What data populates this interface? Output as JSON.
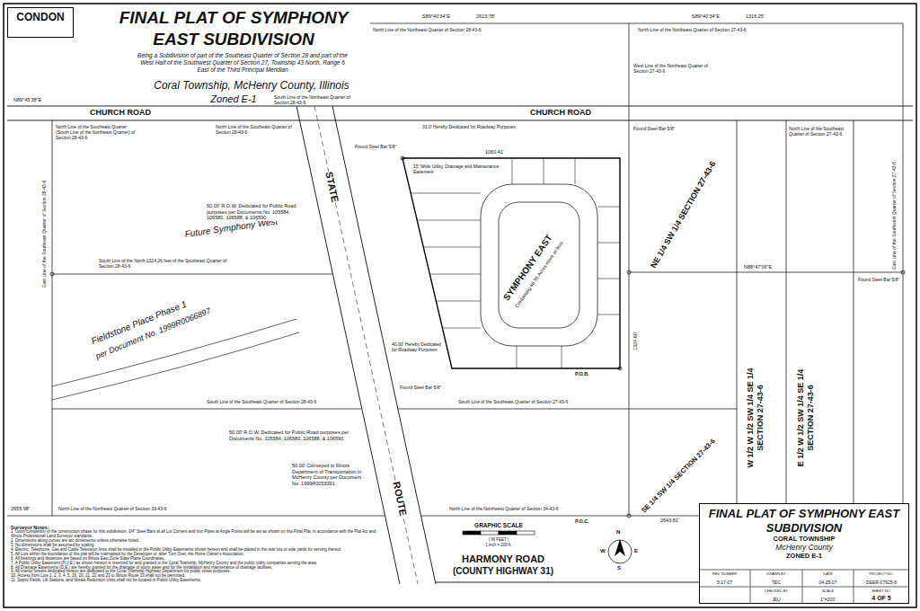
{
  "diagram": {
    "title": "FINAL PLAT OF SYMPHONY EAST SUBDIVISION",
    "nodes": [
      {
        "text": [
          "CONDON"
        ]
      },
      {
        "text": [
          "FINAL PLAT OF SYMPHONY EAST SUBDIVISION",
          "CORAL TOWNSHIP",
          "McHenry County",
          "ZONED E-1"
        ]
      }
    ],
    "labels": [
      "Being a Subdivision of part of the Southeast Quarter of Section 28 and part of the West Half of the Southwest Quarter of Section 27, Township 43 North, Range 6 East of the Third Principal Meridian",
      "Coral Township, McHenry County, Illinois",
      "Zoned E-1",
      "CHURCH ROAD",
      "CHURCH ROAD",
      "STATE",
      "ROUTE",
      "Future Symphony West",
      "Fieldstone Place Phase 1",
      "per Document No. 1999R0066897",
      "SYMPHONY EAST",
      "Containing 46.91 Acres more or less",
      "NE 1/4 SW 1/4 SECTION 27-43-6",
      "SE 1/4 SW 1/4 SECTION 27-43-6",
      "W 1/2 W 1/2 SW 1/4 SE 1/4 SECTION 27-43-6",
      "E 1/2 W 1/2 SW 1/4 SE 1/4 SECTION 27-43-6",
      "HARMONY ROAD",
      "(COUNTY HIGHWAY 31)",
      "60.00' R.O.W. Dedicated for Public Road purposes per Documents No. 105584, 106580, 106588, & 106590",
      "50.00' R.O.W. Dedicated for Public Road purposes per Documents No. 105584, 106580, 106588, & 106590",
      "50.00' Conveyed to Illinois Department of Transportation in McHenry County per Document No. 1999R0053391",
      "40.00' Hereby Dedicated for Roadway Purposes",
      "33.0' Hereby Dedicated for Roadway Purposes",
      "15' Wide Utility, Drainage and Maintenance Easement",
      "North Line of the Northeast Quarter of Section 28-43-6",
      "South Line of the Northeast Quarter of Section 28-43-6",
      "North Line of the Southeast Quarter of Section 28-43-6",
      "North Line of the Southeast Quarter (South Line of the Northeast Quarter) of Section 28-43-6",
      "South Line of the North 1324.26 feet of the Southeast Quarter of Section 28-43-6",
      "South Line of the Southeast Quarter of Section 28-43-6",
      "South Line of the Southeast Quarter of Section 27-43-6",
      "North Line of the Northeast Quarter of Section 33-43-6",
      "North Line of the Northwest Quarter of Section 34-43-6",
      "North Line of the Northeast Quarter of Section 27-43-6",
      "West Line of the Northeast Quarter of Section 27-43-6",
      "North Line of the Southeast Quarter of Section 27-43-6",
      "East Line of the Southwest Quarter of Section 27-43-6",
      "East Line of the Southeast Quarter of Section 28-43-6",
      "S89°40'34\"E",
      "2623.78'",
      "S89°40'34\"E",
      "1316.25'",
      "N89°45'38\"E",
      "2655.98'",
      "1060.41'",
      "1324.60'",
      "N88°47'06\"E",
      "2643.81'",
      "P.O.C.",
      "P.O.B.",
      "Found Steel Bar 5/8\"",
      "Found Steel Bar 5/8\"",
      "Found Steel Bar 5/8\"",
      "Found Steel Bar 5/8\"",
      "GRAPHIC SCALE",
      "( IN FEET )",
      "1 inch = 200 ft.",
      "N",
      "S",
      "W",
      "E",
      "REV. NUMBER",
      "5-17-07",
      "DRAWN BY",
      "TEC",
      "DATE",
      "04-25-07",
      "PROJECT NO.",
      "DEER-07625-8",
      "CHECKED BY",
      "JEU",
      "SCALE",
      "1\"=200'",
      "SHEET NO.",
      "4 OF 5",
      "Surveyor Notes:",
      "1. Upon completion of the construction phase for this subdivision, 3/4\" Steel Bars at all Lot Corners and Iron Pipes at Angle Points will be set as shown on this Final Plat, in accordance with the Plat Act and Illinois Professional Land Surveyor standards.",
      "2. Dimensions along curves are arc dimensions unless otherwise noted.",
      "3. No dimensions shall be assumed by scaling.",
      "4. Electric, Telephone, Gas and Cable Television lines shall be installed in the Public Utility Easements shown hereon and shall be placed in the rear lots or side yards for serving thereof.",
      "5. All Lots within the boundaries of this plat will be maintained by the Developer or, after Turn Over, the Home Owner's Association.",
      "6. All bearings and distances are based on Illinois East Zone State Plane Coordinates.",
      "7. A Public Utility Easement (P.U.E.) as shown hereon is reserved for and granted to the Coral Township, McHenry County and the public utility companies serving the area.",
      "8. All Drainage Easements (D.E.) are hereby granted for the drainage of storm water and for the installation and maintenance of drainage facilities.",
      "9. All interior streets dedicated hereon are dedicated to the Coral Township Highway Department for public street purposes.",
      "10. Access from Lots 1, 2, 3, 4, 5, 16, 20, 21, 22 and 23 to Illinois Route 23 shall not be permitted.",
      "11. Septic Fields, Lift Stations, and Nitrate Reduction Units shall not be located in Public Utility Easements."
    ]
  }
}
